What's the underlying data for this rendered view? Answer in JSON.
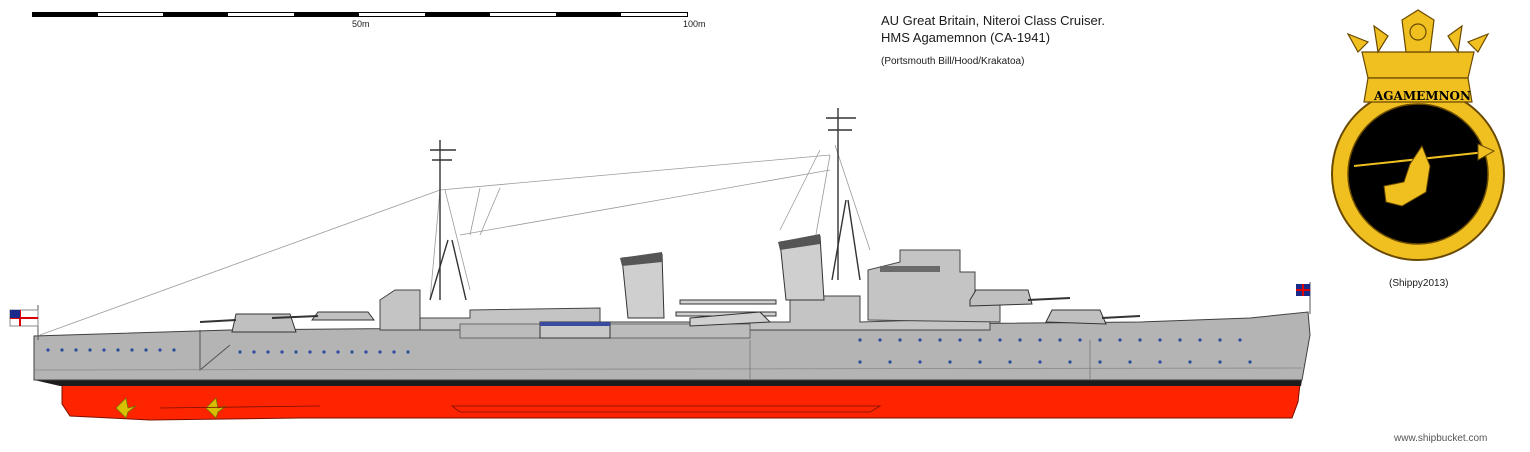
{
  "scale": {
    "mid_label": "50m",
    "end_label": "100m"
  },
  "title": {
    "line1": "AU Great Britain, Niteroi Class Cruiser.",
    "line2": "HMS Agamemnon (CA-1941)",
    "line3": "(Portsmouth Bill/Hood/Krakatoa)"
  },
  "badge": {
    "name": "AGAMEMNON",
    "credit": "(Shippy2013)"
  },
  "site": "www.shipbucket.com",
  "colors": {
    "hull_grey": "#b4b4b4",
    "antifouling_red": "#ff2400",
    "boot_top": "#1c1c1c",
    "badge_gold": "#f0c020",
    "badge_black": "#000000",
    "propeller_yellow": "#d8c000"
  }
}
